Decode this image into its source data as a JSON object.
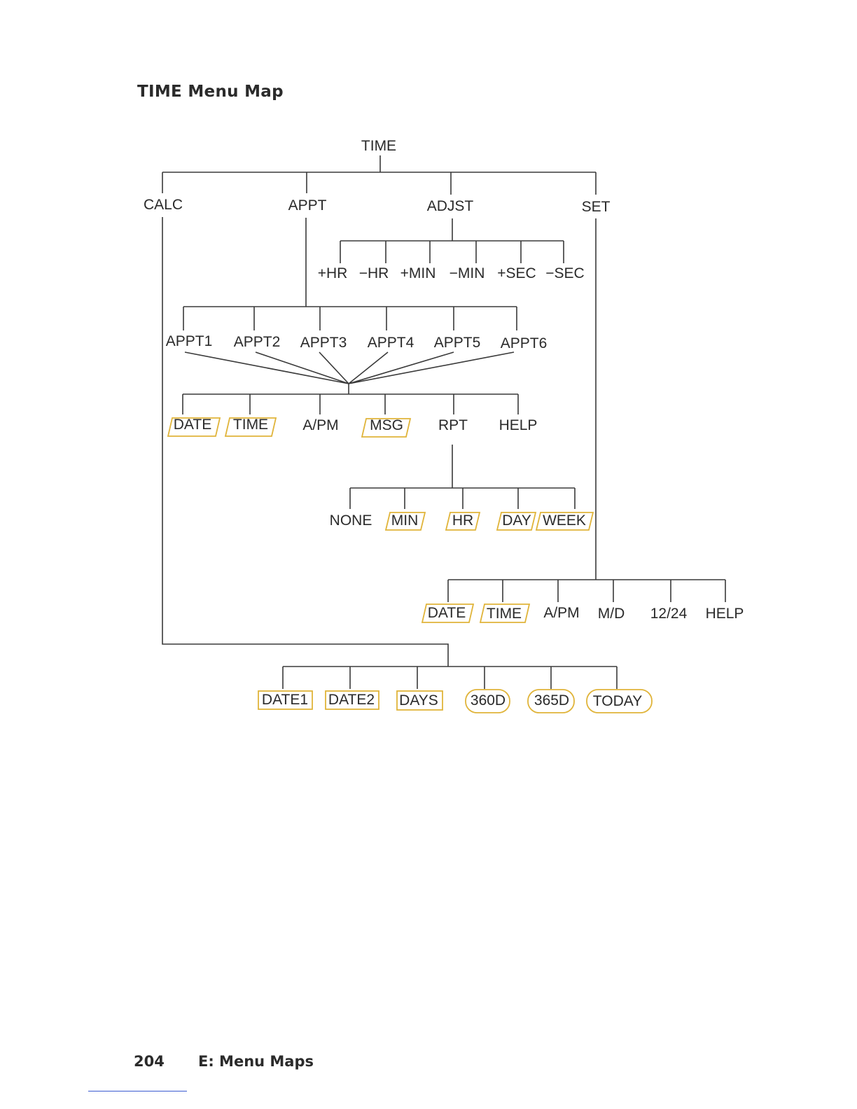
{
  "page": {
    "title": "TIME Menu Map",
    "page_number": "204",
    "section": "E: Menu Maps"
  },
  "colors": {
    "line": "#3a3a3a",
    "highlight_box": "#e0b43a",
    "text": "#2a2a2a"
  },
  "nodes": {
    "root": "TIME",
    "calc": "CALC",
    "appt": "APPT",
    "adjst": "ADJST",
    "set": "SET",
    "plus_hr": "+HR",
    "minus_hr": "−HR",
    "plus_min": "+MIN",
    "minus_min": "−MIN",
    "plus_sec": "+SEC",
    "minus_sec": "−SEC",
    "appt1": "APPT1",
    "appt2": "APPT2",
    "appt3": "APPT3",
    "appt4": "APPT4",
    "appt5": "APPT5",
    "appt6": "APPT6",
    "appt_date": "DATE",
    "appt_time": "TIME",
    "appt_apm": "A/PM",
    "appt_msg": "MSG",
    "appt_rpt": "RPT",
    "appt_help": "HELP",
    "rpt_none": "NONE",
    "rpt_min": "MIN",
    "rpt_hr": "HR",
    "rpt_day": "DAY",
    "rpt_week": "WEEK",
    "set_date": "DATE",
    "set_time": "TIME",
    "set_apm": "A/PM",
    "set_md": "M/D",
    "set_1224": "12/24",
    "set_help": "HELP",
    "calc_date1": "DATE1",
    "calc_date2": "DATE2",
    "calc_days": "DAYS",
    "calc_360d": "360D",
    "calc_365d": "365D",
    "calc_today": "TODAY"
  }
}
